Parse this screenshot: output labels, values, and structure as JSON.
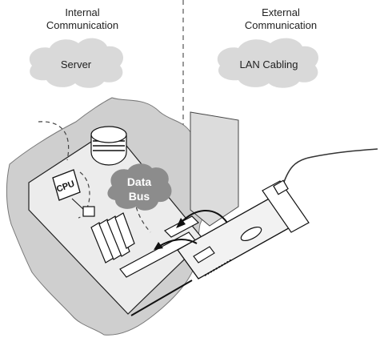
{
  "headings": {
    "internal_line1": "Internal",
    "internal_line2": "Communication",
    "external_line1": "External",
    "external_line2": "Communication"
  },
  "clouds": {
    "server": "Server",
    "lan": "LAN Cabling"
  },
  "board": {
    "cpu_label": "CPU",
    "bus_line1": "Data",
    "bus_line2": "Bus"
  },
  "colors": {
    "cloud_fill": "#d9d9d9",
    "data_bus_fill": "#8c8c8c",
    "board_fill": "#e9e9e9",
    "outline": "#111111"
  }
}
